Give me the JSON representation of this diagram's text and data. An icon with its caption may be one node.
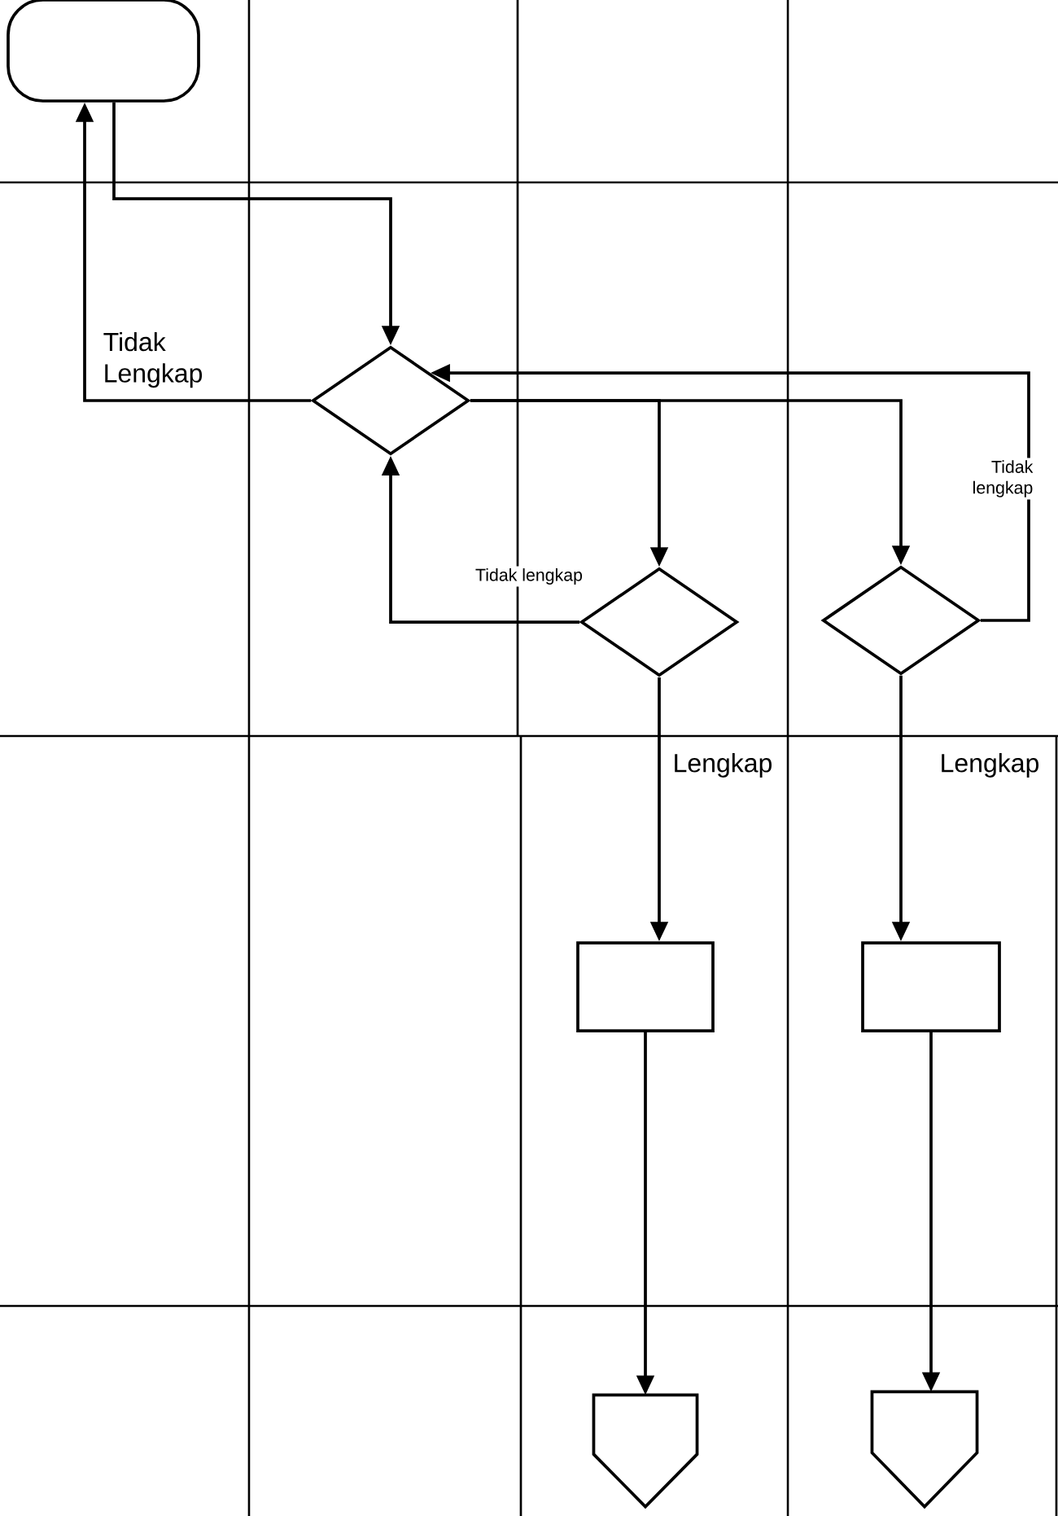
{
  "diagram": {
    "nodes": [
      {
        "text": [],
        "shape": "terminal"
      },
      {
        "text": [],
        "shape": "diamond"
      },
      {
        "text": [],
        "shape": "diamond"
      },
      {
        "text": [],
        "shape": "diamond"
      },
      {
        "text": [],
        "shape": "box"
      },
      {
        "text": [],
        "shape": "box"
      },
      {
        "text": [],
        "shape": "pentagon"
      },
      {
        "text": [],
        "shape": "pentagon"
      }
    ],
    "edges": [
      {
        "from": 0,
        "to": 1,
        "arrow": "to"
      },
      {
        "from": 1,
        "to": 0,
        "arrow": "to",
        "label": "Tidak Lengkap"
      },
      {
        "from": 1,
        "to": 2,
        "arrow": "to"
      },
      {
        "from": 1,
        "to": 3,
        "arrow": "to"
      },
      {
        "from": 2,
        "to": 1,
        "arrow": "to",
        "label": "Tidak lengkap"
      },
      {
        "from": 3,
        "to": 1,
        "arrow": "to",
        "label": "Tidak lengkap"
      },
      {
        "from": 2,
        "to": 4,
        "arrow": "to",
        "label": "Lengkap"
      },
      {
        "from": 3,
        "to": 5,
        "arrow": "to",
        "label": "Lengkap"
      },
      {
        "from": 4,
        "to": 6,
        "arrow": "to"
      },
      {
        "from": 5,
        "to": 7,
        "arrow": "to"
      }
    ]
  }
}
